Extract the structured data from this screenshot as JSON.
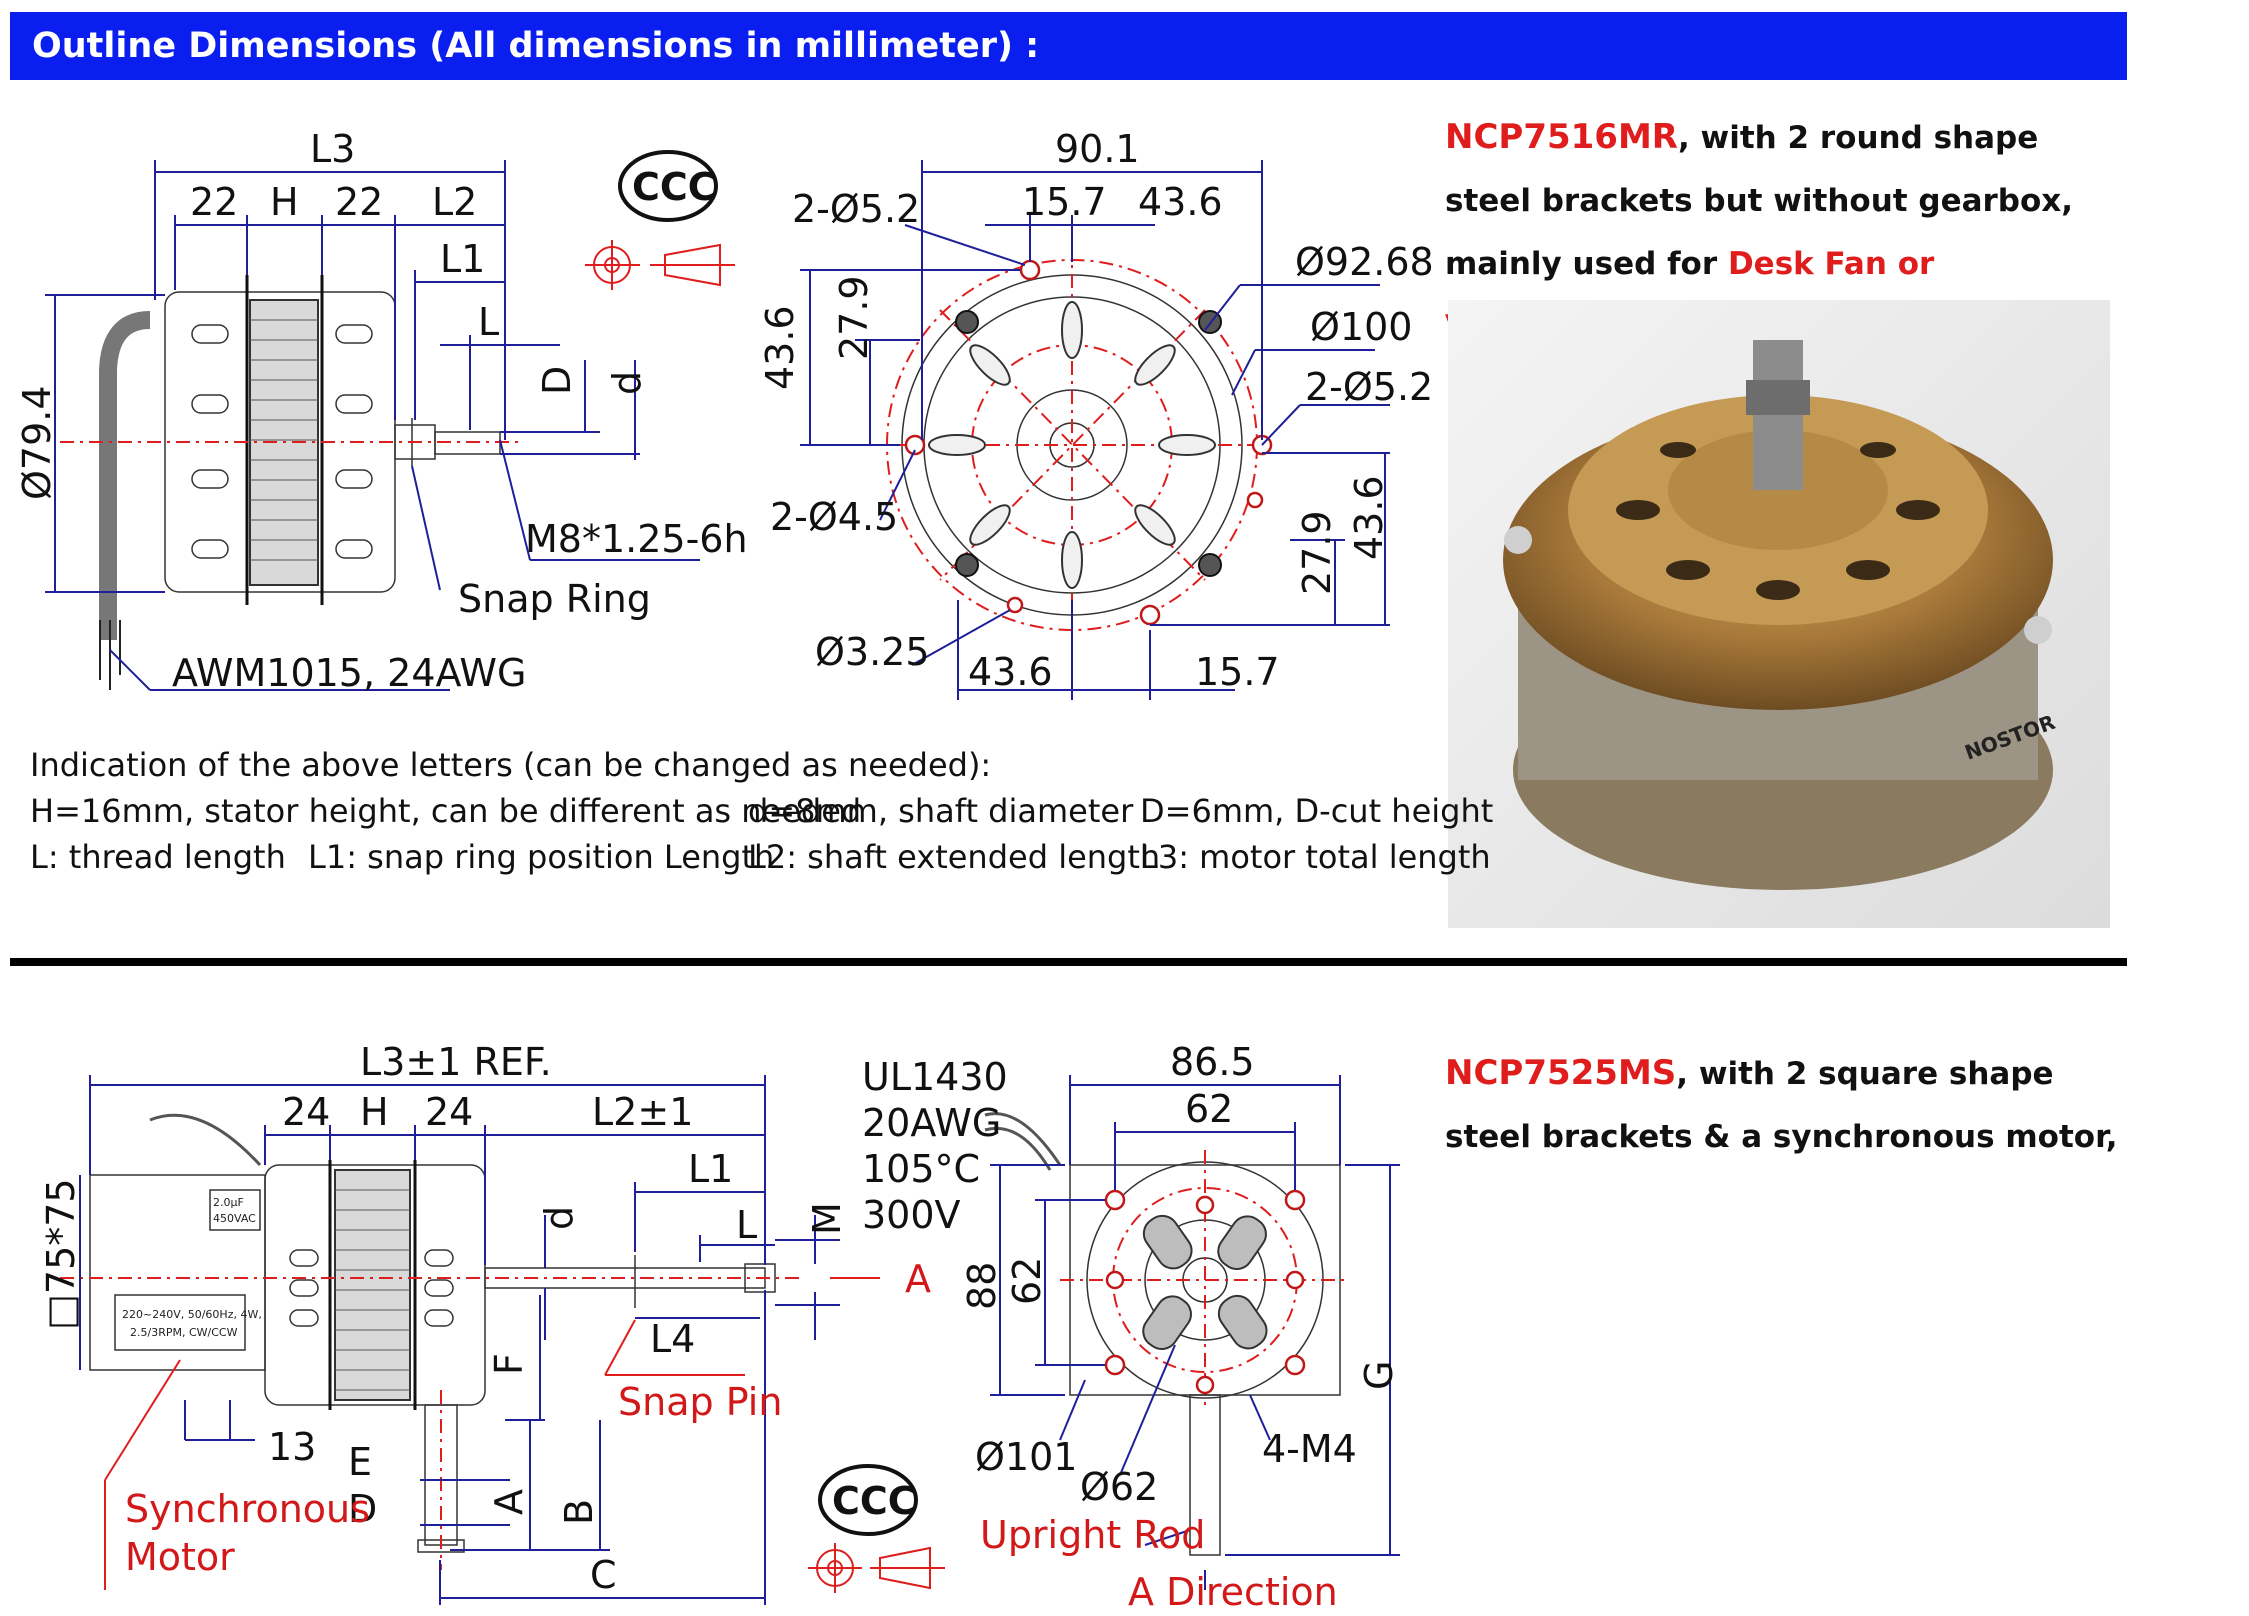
{
  "header": {
    "title": "Outline Dimensions (All dimensions in millimeter) :"
  },
  "product1": {
    "model": "NCP7516MR",
    "text1": ", with 2 round shape steel brackets but without gearbox, mainly used for ",
    "highlight": "Desk Fan or Ventilators"
  },
  "product2": {
    "model": "NCP7525MS",
    "text1": ", with 2 square shape steel brackets & a synchronous motor,"
  },
  "indication": {
    "title": "Indication of the above letters (can be changed as needed):",
    "row1": [
      "H=16mm, stator height, can be different as needed",
      "d=8mm, shaft diameter",
      "D=6mm, D-cut height"
    ],
    "row2": [
      "L: thread length",
      "L1: snap ring position Length",
      "L2: shaft extended length",
      "L3: motor total length"
    ]
  },
  "drawing1_side": {
    "labels": [
      "L3",
      "22",
      "H",
      "22",
      "L2",
      "L1",
      "L",
      "D",
      "d",
      "Ø79.4",
      "M8*1.25-6h",
      "Snap Ring",
      "AWM1015, 24AWG"
    ]
  },
  "drawing1_front": {
    "labels": [
      "90.1",
      "2-Ø5.2",
      "15.7",
      "43.6",
      "Ø92.68",
      "Ø100",
      "2-Ø5.2",
      "43.6",
      "27.9",
      "2-Ø4.5",
      "27.9",
      "43.6",
      "Ø3.25",
      "43.6",
      "15.7"
    ]
  },
  "drawing2_side": {
    "labels": [
      "L3±1 REF.",
      "24",
      "H",
      "24",
      "L2±1",
      "L1",
      "d",
      "L",
      "M",
      "A",
      "□75*75",
      "L4",
      "Snap Pin",
      "F",
      "13",
      "E",
      "A",
      "B",
      "D",
      "C",
      "Synchronous",
      "Motor",
      "2.0μF",
      "450VAC",
      "220~240V, 50/60Hz, 4W,",
      "2.5/3RPM, CW/CCW"
    ]
  },
  "drawing2_front": {
    "labels": [
      "UL1430",
      "20AWG",
      "105°C",
      "300V",
      "86.5",
      "62",
      "88",
      "62",
      "G",
      "Ø101",
      "Ø62",
      "4-M4",
      "Upright Rod",
      "A Direction"
    ]
  },
  "photo": {
    "label": "NOSTOR"
  },
  "icons": [
    "ccc-mark-icon",
    "third-angle-projection-icon"
  ],
  "colors": {
    "header": "#0a1ef0",
    "accent": "#e01d1d"
  }
}
